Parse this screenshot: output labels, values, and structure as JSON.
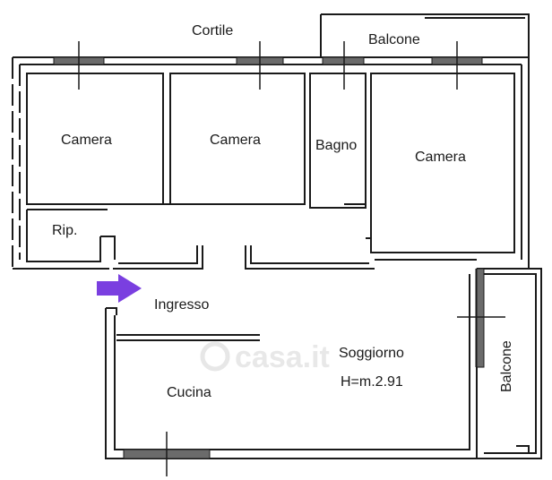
{
  "labels": {
    "cortile": "Cortile",
    "balcone_top": "Balcone",
    "camera_1": "Camera",
    "camera_2": "Camera",
    "bagno": "Bagno",
    "camera_3": "Camera",
    "ripostiglio": "Rip.",
    "ingresso": "Ingresso",
    "soggiorno": "Soggiorno",
    "altezza": "H=m.2.91",
    "cucina": "Cucina",
    "balcone_right": "Balcone"
  },
  "watermark": "casa.it",
  "colors": {
    "wall": "#1a1a1a",
    "window": "#6b6b6b",
    "entrance_arrow": "#7a3fe0",
    "watermark": "#e6e6e6"
  }
}
